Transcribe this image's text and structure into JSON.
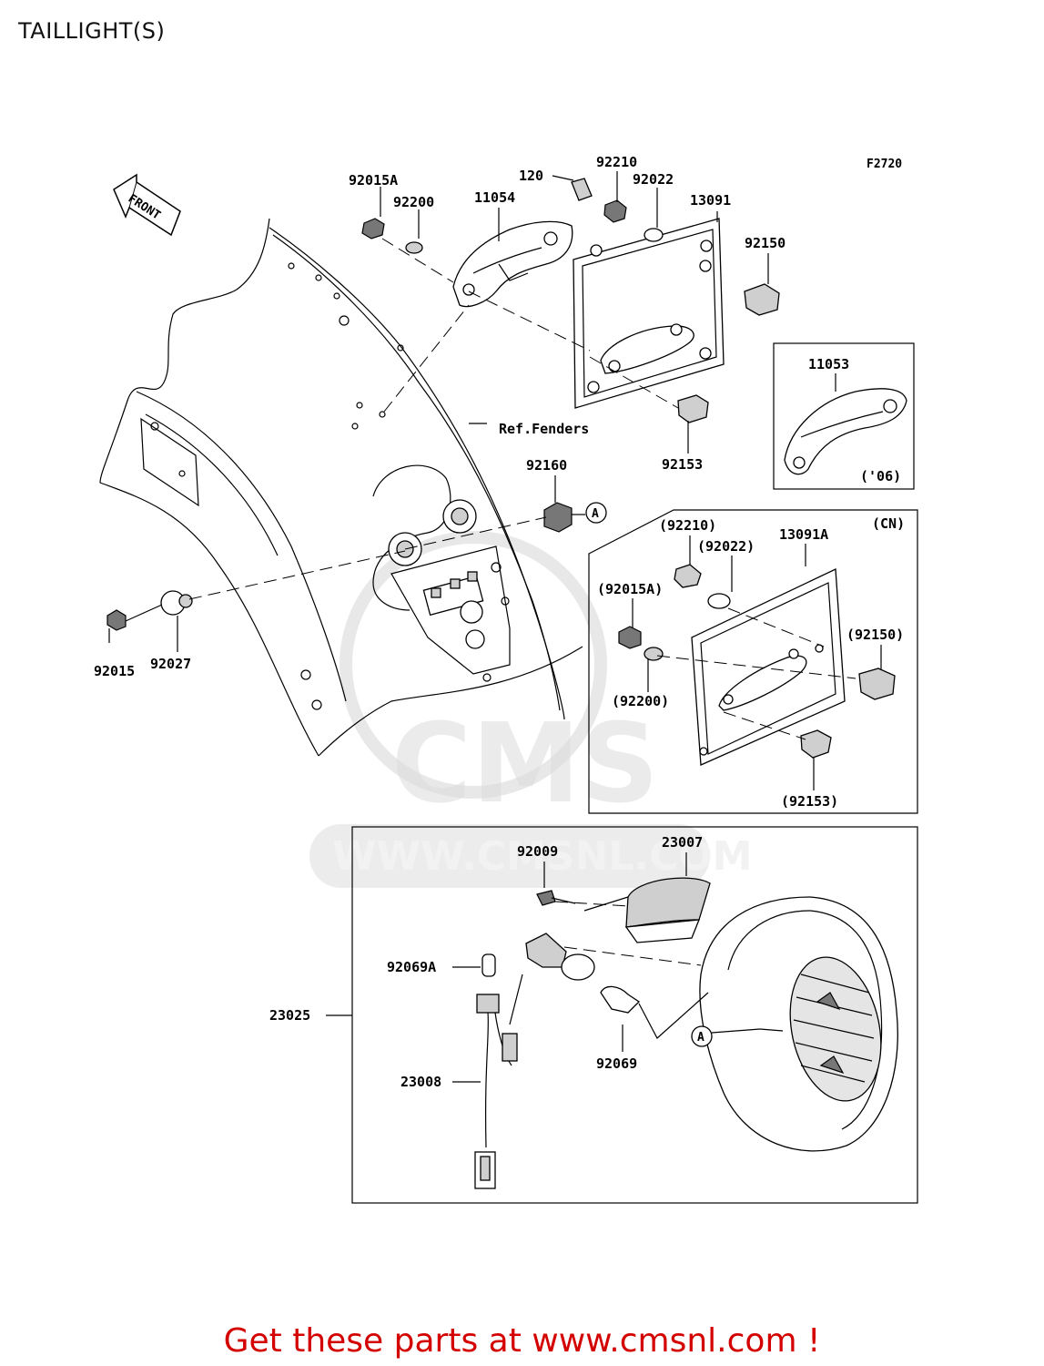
{
  "title": "TAILLIGHT(S)",
  "promo": "Get these parts at www.cmsnl.com !",
  "watermark": {
    "brand": "CMS",
    "url": "WWW.CMSNL.COM"
  },
  "figure_code": "F2720",
  "front_marker": "FRONT",
  "ref_label": "Ref.Fenders",
  "callout_marker": "A",
  "inset_labels": {
    "model_year": "('06)",
    "region": "(CN)"
  },
  "parts": {
    "p92015A": "92015A",
    "p92200": "92200",
    "p11054": "11054",
    "p120": "120",
    "p92210": "92210",
    "p92022": "92022",
    "p13091": "13091",
    "p92150": "92150",
    "p92153": "92153",
    "p11053": "11053",
    "p92160": "92160",
    "p92015": "92015",
    "p92027": "92027",
    "cn92210": "(92210)",
    "cn92022": "(92022)",
    "p13091A": "13091A",
    "cn92015A": "(92015A)",
    "cn92150": "(92150)",
    "cn92200": "(92200)",
    "cn92153": "(92153)",
    "p92009": "92009",
    "p23007": "23007",
    "p92069A": "92069A",
    "p23025": "23025",
    "p92069": "92069",
    "p23008": "23008"
  },
  "colors": {
    "promo": "#d40000",
    "line": "#000000",
    "watermark": "#dcdcdc"
  }
}
